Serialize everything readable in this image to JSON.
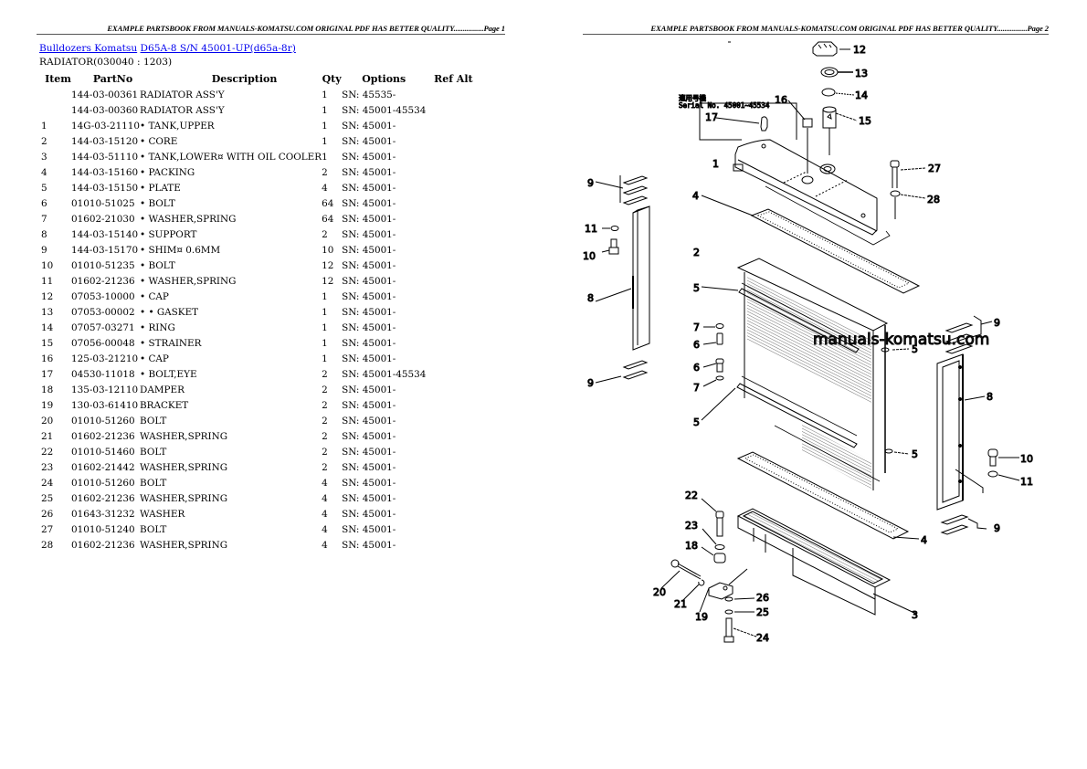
{
  "pages": {
    "left_header": "EXAMPLE PARTSBOOK FROM MANUALS-KOMATSU.COM ORIGINAL PDF HAS BETTER QUALITY................Page 1",
    "right_header": "EXAMPLE PARTSBOOK FROM MANUALS-KOMATSU.COM ORIGINAL PDF HAS BETTER QUALITY................Page 2"
  },
  "breadcrumb": {
    "category": "Bulldozers Komatsu",
    "model": "D65A-8 S/N 45001-UP(d65a-8r)"
  },
  "section_title": "RADIATOR(030040 : 1203)",
  "table": {
    "headers": {
      "item": "Item",
      "partno": "PartNo",
      "description": "Description",
      "qty": "Qty",
      "options": "Options",
      "refalt": "Ref Alt"
    },
    "rows": [
      {
        "item": "",
        "partno": "144-03-00361",
        "description": "RADIATOR ASS'Y",
        "qty": "1",
        "options": "SN: 45535-"
      },
      {
        "item": "",
        "partno": "144-03-00360",
        "description": "RADIATOR ASS'Y",
        "qty": "1",
        "options": "SN: 45001-45534"
      },
      {
        "item": "1",
        "partno": "14G-03-21110",
        "description": "• TANK,UPPER",
        "qty": "1",
        "options": "SN: 45001-"
      },
      {
        "item": "2",
        "partno": "144-03-15120",
        "description": "• CORE",
        "qty": "1",
        "options": "SN: 45001-"
      },
      {
        "item": "3",
        "partno": "144-03-51110",
        "description": "• TANK,LOWER¤ WITH OIL COOLER",
        "qty": "1",
        "options": "SN: 45001-"
      },
      {
        "item": "4",
        "partno": "144-03-15160",
        "description": "• PACKING",
        "qty": "2",
        "options": "SN: 45001-"
      },
      {
        "item": "5",
        "partno": "144-03-15150",
        "description": "• PLATE",
        "qty": "4",
        "options": "SN: 45001-"
      },
      {
        "item": "6",
        "partno": "01010-51025",
        "description": "• BOLT",
        "qty": "64",
        "options": "SN: 45001-"
      },
      {
        "item": "7",
        "partno": "01602-21030",
        "description": "• WASHER,SPRING",
        "qty": "64",
        "options": "SN: 45001-"
      },
      {
        "item": "8",
        "partno": "144-03-15140",
        "description": "• SUPPORT",
        "qty": "2",
        "options": "SN: 45001-"
      },
      {
        "item": "9",
        "partno": "144-03-15170",
        "description": "• SHIM¤ 0.6MM",
        "qty": "10",
        "options": "SN: 45001-"
      },
      {
        "item": "10",
        "partno": "01010-51235",
        "description": "• BOLT",
        "qty": "12",
        "options": "SN: 45001-"
      },
      {
        "item": "11",
        "partno": "01602-21236",
        "description": "• WASHER,SPRING",
        "qty": "12",
        "options": "SN: 45001-"
      },
      {
        "item": "12",
        "partno": "07053-10000",
        "description": "• CAP",
        "qty": "1",
        "options": "SN: 45001-"
      },
      {
        "item": "13",
        "partno": "07053-00002",
        "description": "• • GASKET",
        "qty": "1",
        "options": "SN: 45001-"
      },
      {
        "item": "14",
        "partno": "07057-03271",
        "description": "• RING",
        "qty": "1",
        "options": "SN: 45001-"
      },
      {
        "item": "15",
        "partno": "07056-00048",
        "description": "• STRAINER",
        "qty": "1",
        "options": "SN: 45001-"
      },
      {
        "item": "16",
        "partno": "125-03-21210",
        "description": "• CAP",
        "qty": "1",
        "options": "SN: 45001-"
      },
      {
        "item": "17",
        "partno": "04530-11018",
        "description": "• BOLT,EYE",
        "qty": "2",
        "options": "SN: 45001-45534"
      },
      {
        "item": "18",
        "partno": "135-03-12110",
        "description": "DAMPER",
        "qty": "2",
        "options": "SN: 45001-"
      },
      {
        "item": "19",
        "partno": "130-03-61410",
        "description": "BRACKET",
        "qty": "2",
        "options": "SN: 45001-"
      },
      {
        "item": "20",
        "partno": "01010-51260",
        "description": "BOLT",
        "qty": "2",
        "options": "SN: 45001-"
      },
      {
        "item": "21",
        "partno": "01602-21236",
        "description": "WASHER,SPRING",
        "qty": "2",
        "options": "SN: 45001-"
      },
      {
        "item": "22",
        "partno": "01010-51460",
        "description": "BOLT",
        "qty": "2",
        "options": "SN: 45001-"
      },
      {
        "item": "23",
        "partno": "01602-21442",
        "description": "WASHER,SPRING",
        "qty": "2",
        "options": "SN: 45001-"
      },
      {
        "item": "24",
        "partno": "01010-51260",
        "description": "BOLT",
        "qty": "4",
        "options": "SN: 45001-"
      },
      {
        "item": "25",
        "partno": "01602-21236",
        "description": "WASHER,SPRING",
        "qty": "4",
        "options": "SN: 45001-"
      },
      {
        "item": "26",
        "partno": "01643-31232",
        "description": "WASHER",
        "qty": "4",
        "options": "SN: 45001-"
      },
      {
        "item": "27",
        "partno": "01010-51240",
        "description": "BOLT",
        "qty": "4",
        "options": "SN: 45001-"
      },
      {
        "item": "28",
        "partno": "01602-21236",
        "description": "WASHER,SPRING",
        "qty": "4",
        "options": "SN: 45001-"
      }
    ]
  },
  "diagram": {
    "watermark": "manuals-komatsu.com",
    "serial_note_line1": "適用号機",
    "serial_note_line2": "Serial No. 45001~45534",
    "callouts": [
      "1",
      "2",
      "3",
      "4",
      "4",
      "5",
      "5",
      "5",
      "5",
      "6",
      "6",
      "7",
      "7",
      "8",
      "8",
      "9",
      "9",
      "9",
      "9",
      "10",
      "10",
      "11",
      "11",
      "12",
      "13",
      "14",
      "15",
      "16",
      "17",
      "18",
      "19",
      "20",
      "21",
      "22",
      "23",
      "24",
      "25",
      "26",
      "27",
      "28"
    ]
  },
  "colors": {
    "link": "#0000ee",
    "text": "#000000",
    "background": "#ffffff"
  }
}
